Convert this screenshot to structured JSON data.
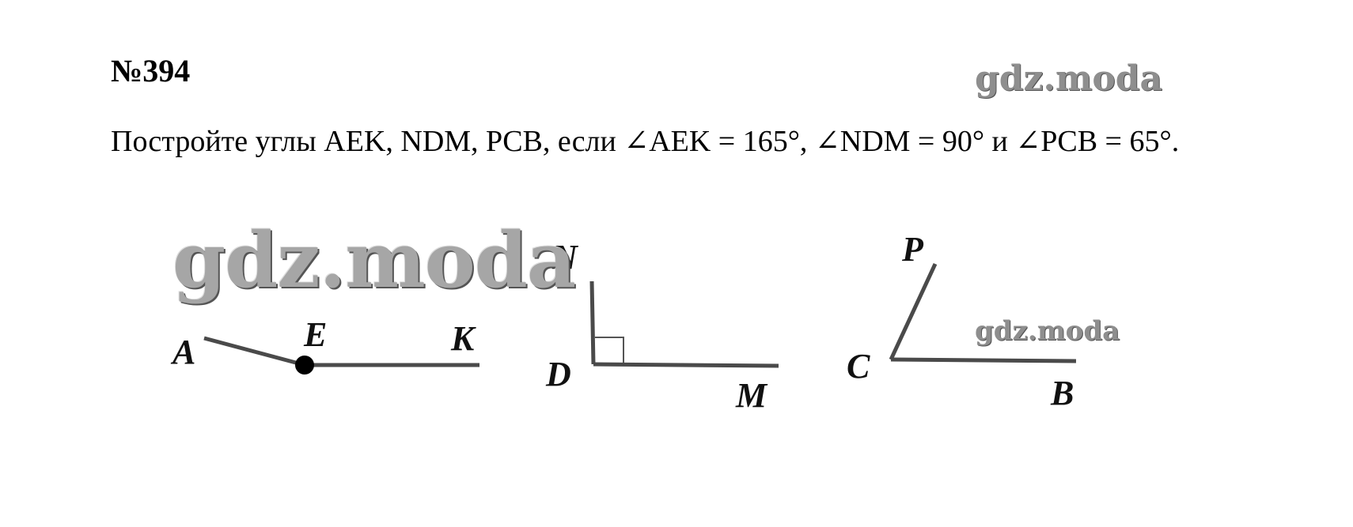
{
  "task": {
    "number": "№394",
    "text": "Постройте углы AEK, NDM, PCB, если ∠AEK = 165°, ∠NDM = 90° и ∠PCB = 65°."
  },
  "watermarks": {
    "top": "gdz.moda",
    "big": "gdz.moda",
    "small": "gdz.moda"
  },
  "figure": {
    "angle_aek": {
      "labels": {
        "a": "A",
        "e": "E",
        "k": "K"
      },
      "degrees": 165
    },
    "angle_ndm": {
      "labels": {
        "n": "N",
        "d": "D",
        "m": "M"
      },
      "degrees": 90
    },
    "angle_pcb": {
      "labels": {
        "p": "P",
        "c": "C",
        "b": "B"
      },
      "degrees": 65
    },
    "colors": {
      "ray": "#4a4a4a",
      "point": "#000000"
    }
  }
}
